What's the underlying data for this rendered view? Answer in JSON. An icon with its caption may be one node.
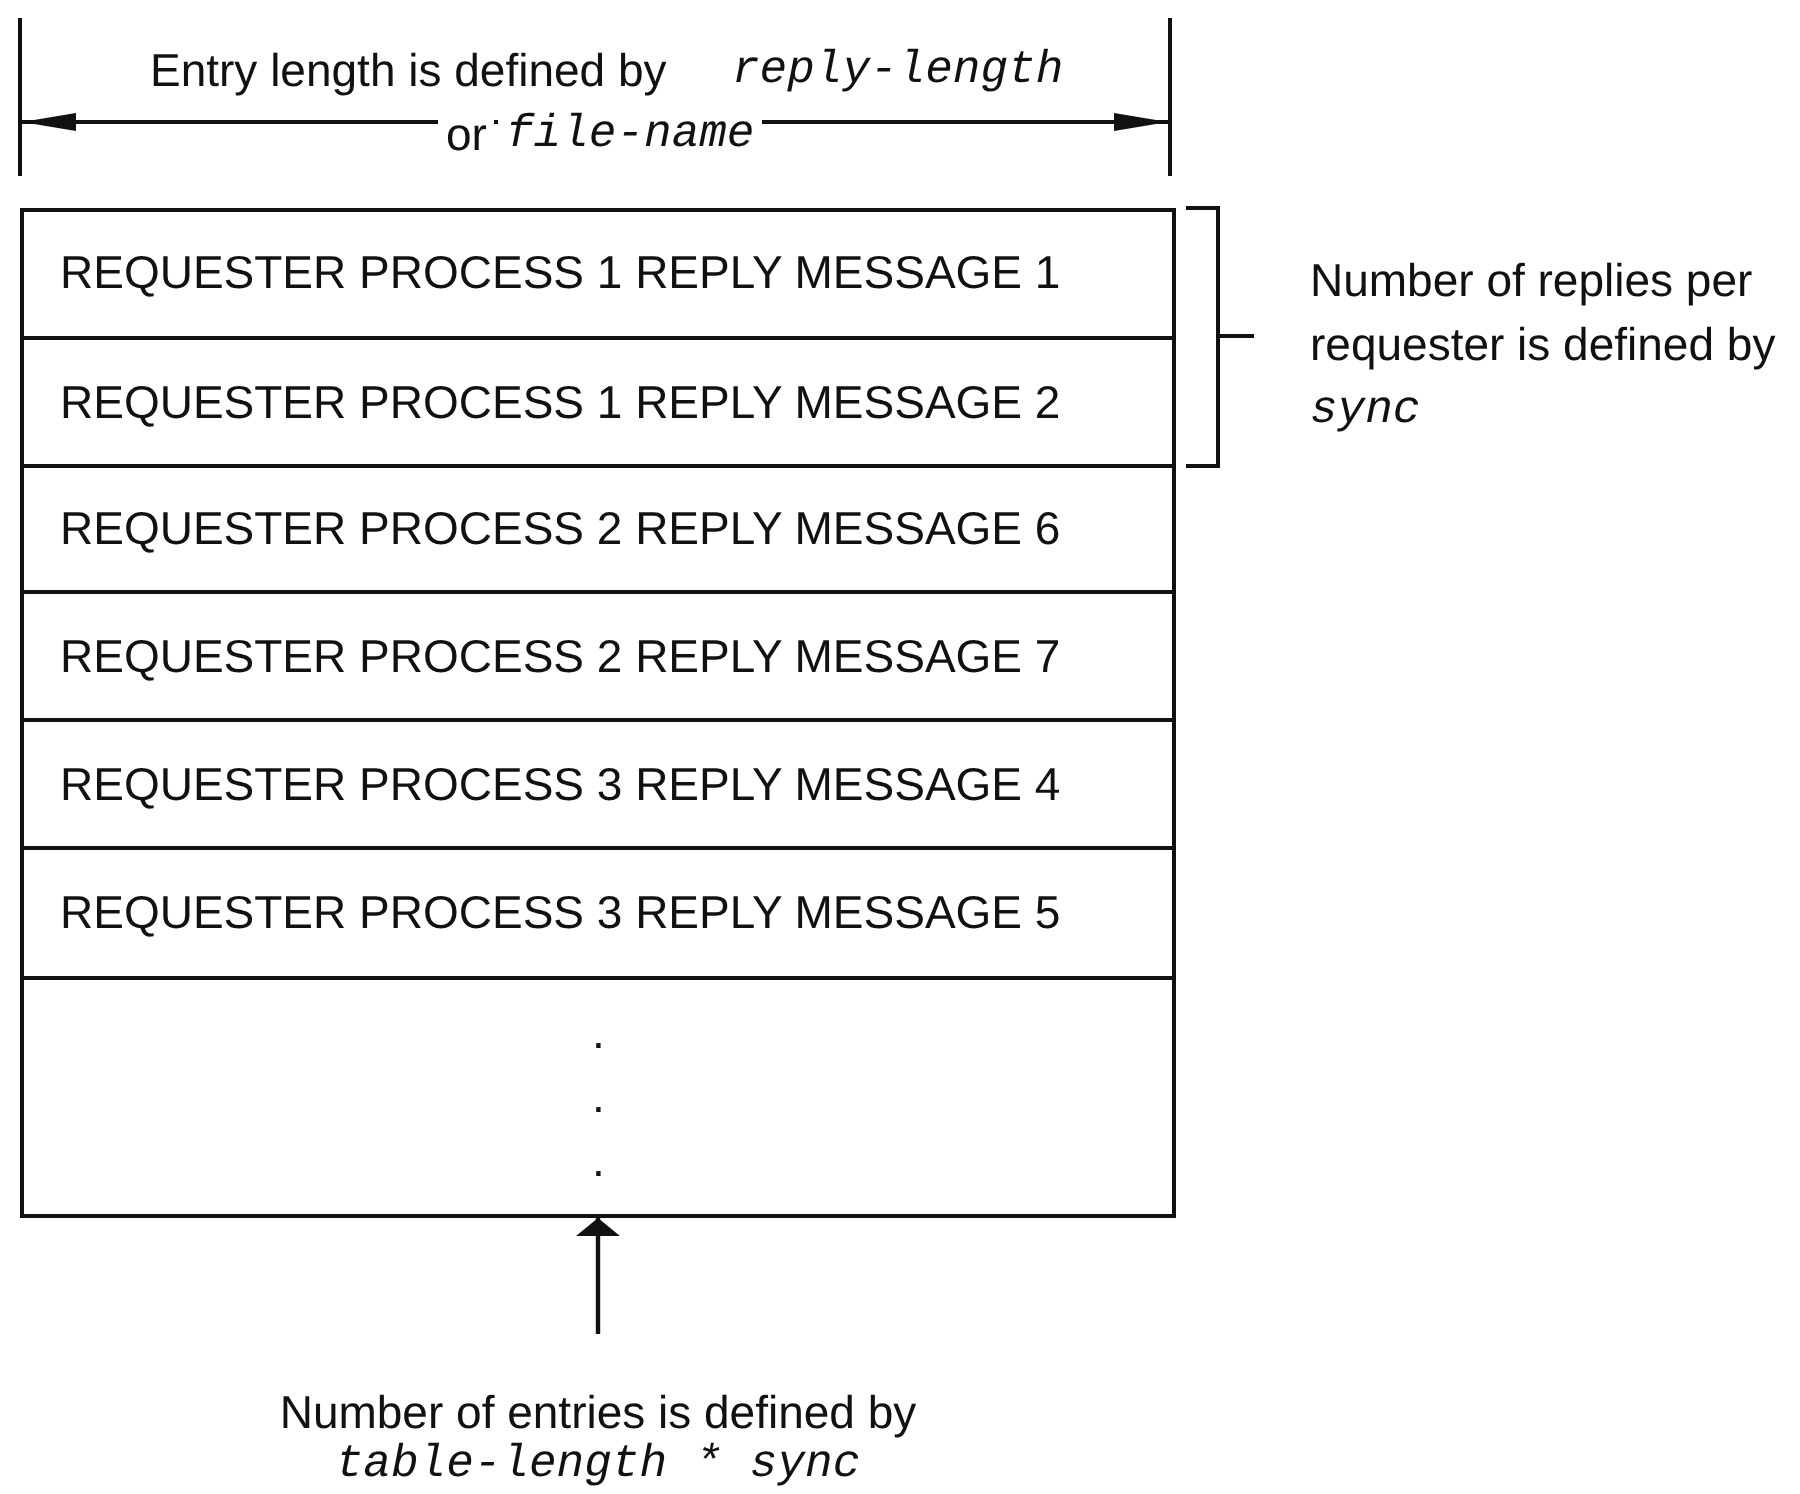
{
  "diagram": {
    "nodes": [
      {
        "text": [],
        "shape": "box"
      },
      {
        "text": [
          "REQUESTER PROCESS 1 REPLY MESSAGE 1"
        ],
        "in": 0
      },
      {
        "text": [
          "REQUESTER PROCESS 1 REPLY MESSAGE 2"
        ],
        "in": 0
      },
      {
        "text": [
          "REQUESTER PROCESS 2 REPLY MESSAGE 6"
        ],
        "in": 0
      },
      {
        "text": [
          "REQUESTER PROCESS 2 REPLY MESSAGE 7"
        ],
        "in": 0
      },
      {
        "text": [
          "REQUESTER PROCESS 3 REPLY MESSAGE 4"
        ],
        "in": 0
      },
      {
        "text": [
          "REQUESTER PROCESS 3 REPLY MESSAGE 5"
        ],
        "in": 0
      },
      {
        "text": [
          ". . ."
        ],
        "in": 0
      },
      {
        "text": [
          "Number of entries is defined by",
          "table-length * sync"
        ]
      }
    ],
    "edges": [
      {
        "from": 8,
        "to": 0,
        "arrow": "to"
      }
    ],
    "labels": [
      "Entry length is defined by",
      "reply-length",
      "or",
      "file-name",
      "Number of replies per requester is defined by",
      "sync"
    ]
  }
}
